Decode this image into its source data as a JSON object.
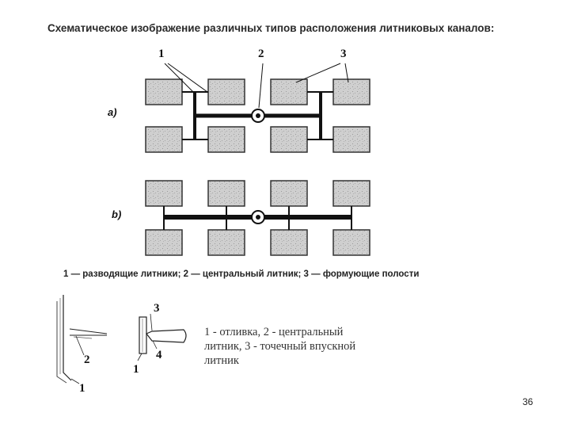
{
  "slide": {
    "title": "Схематическое изображение различных типов расположения литниковых каналов:",
    "legend": "1 — разводящие литники; 2 — центральный  литник; 3 — формующие полости",
    "caption_lines": [
      "1 - отливка, 2 - центральный",
      "литник, 3 - точечный впускной",
      "литник"
    ],
    "page_number": "36"
  },
  "diagram_a": {
    "variant_label": "a)",
    "callouts": [
      "1",
      "2",
      "3"
    ]
  },
  "diagram_b": {
    "variant_label": "b)"
  },
  "sketch_left": {
    "callouts": [
      "2",
      "1"
    ]
  },
  "sketch_right": {
    "callouts": [
      "3",
      "4",
      "1"
    ]
  },
  "colors": {
    "line": "#111111",
    "cavity_fill": "#c9c9c9",
    "cavity_border": "#333333"
  }
}
